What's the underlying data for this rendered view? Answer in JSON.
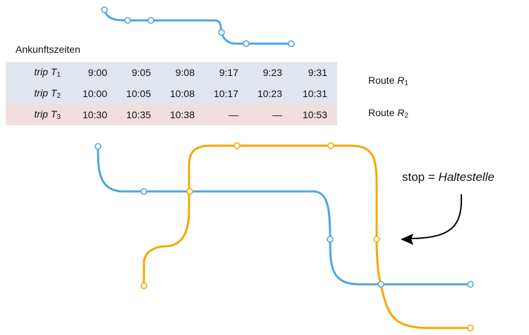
{
  "caption": "Ankunftszeiten",
  "trips": [
    {
      "name": "trip",
      "symbol": "T",
      "index": "1",
      "times": [
        "9:00",
        "9:05",
        "9:08",
        "9:17",
        "9:23",
        "9:31"
      ]
    },
    {
      "name": "trip",
      "symbol": "T",
      "index": "2",
      "times": [
        "10:00",
        "10:05",
        "10:08",
        "10:17",
        "10:23",
        "10:31"
      ]
    },
    {
      "name": "trip",
      "symbol": "T",
      "index": "3",
      "times": [
        "10:30",
        "10:35",
        "10:38",
        "—",
        "—",
        "10:53"
      ]
    }
  ],
  "routes": [
    {
      "prefix": "Route",
      "symbol": "R",
      "index": "1"
    },
    {
      "prefix": "Route",
      "symbol": "R",
      "index": "2"
    }
  ],
  "annotation": {
    "term": "stop",
    "equals": "=",
    "translation": "Haltestelle"
  },
  "colors": {
    "route_blue": "#4ea6dc",
    "route_orange": "#f5a800",
    "row_route1_bg": "#e1e5ee",
    "row_route2_bg": "#f2dede",
    "stop_fill": "#ffffff",
    "arrow": "#000000"
  }
}
